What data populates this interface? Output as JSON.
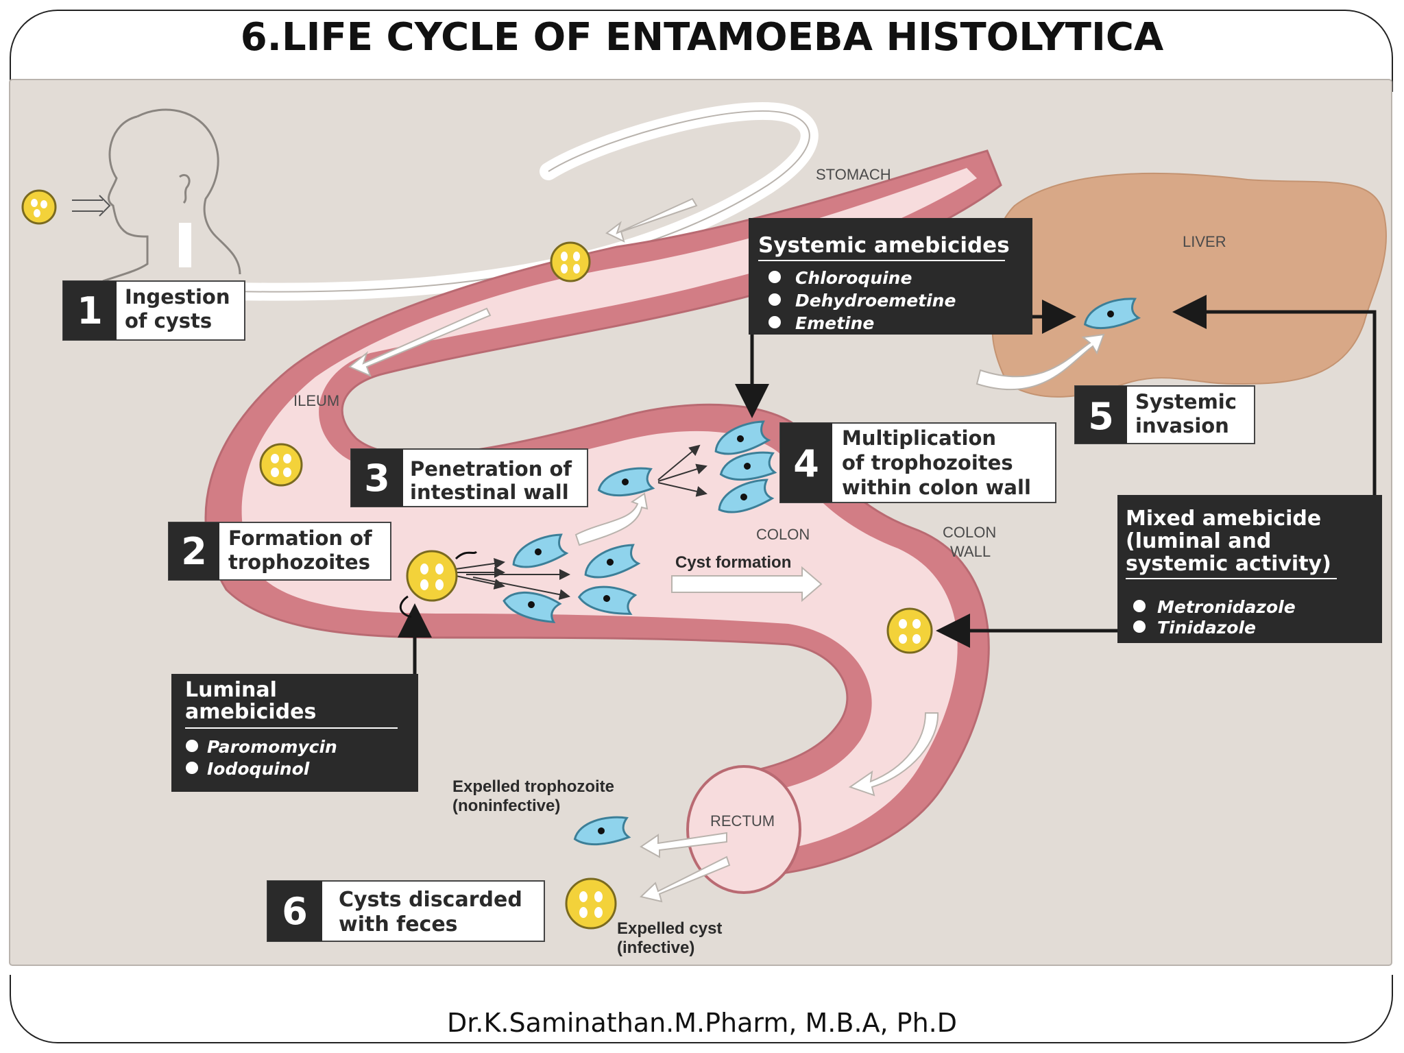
{
  "title": "6.LIFE CYCLE OF ENTAMOEBA HISTOLYTICA",
  "footer": "Dr.K.Saminathan.M.Pharm, M.B.A, Ph.D",
  "colors": {
    "background": "#e2dcd6",
    "intestine_wall": "#d27d85",
    "intestine_lumen": "#f7dcdd",
    "liver": "#d8a887",
    "cyst": "#f3d23a",
    "trophozoite": "#8fd3ec",
    "label_dark": "#2a2a2a"
  },
  "organs": {
    "stomach": "STOMACH",
    "liver": "LIVER",
    "ileum": "ILEUM",
    "colon": "COLON",
    "colon_wall": [
      "COLON",
      "WALL"
    ],
    "rectum": "RECTUM"
  },
  "steps": {
    "s1": {
      "num": "1",
      "lines": [
        "Ingestion",
        "of cysts"
      ]
    },
    "s2": {
      "num": "2",
      "lines": [
        "Formation of",
        "trophozoites"
      ]
    },
    "s3": {
      "num": "3",
      "lines": [
        "Penetration of",
        "intestinal wall"
      ]
    },
    "s4": {
      "num": "4",
      "lines": [
        "Multiplication",
        "of trophozoites",
        "within colon wall"
      ]
    },
    "s5": {
      "num": "5",
      "lines": [
        "Systemic",
        "invasion"
      ]
    },
    "s6": {
      "num": "6",
      "lines": [
        "Cysts discarded",
        "with feces"
      ]
    }
  },
  "drugs": {
    "systemic": {
      "title": "Systemic amebicides",
      "items": [
        "Chloroquine",
        "Dehydroemetine",
        "Emetine"
      ]
    },
    "luminal": {
      "title": [
        "Luminal",
        "amebicides"
      ],
      "items": [
        "Paromomycin",
        "Iodoquinol"
      ]
    },
    "mixed": {
      "title": [
        "Mixed amebicide",
        "(luminal and",
        "systemic activity)"
      ],
      "items": [
        "Metronidazole",
        "Tinidazole"
      ]
    }
  },
  "annotations": {
    "cyst_formation": "Cyst formation",
    "expelled_troph": [
      "Expelled trophozoite",
      "(noninfective)"
    ],
    "expelled_cyst": [
      "Expelled cyst",
      "(infective)"
    ]
  }
}
